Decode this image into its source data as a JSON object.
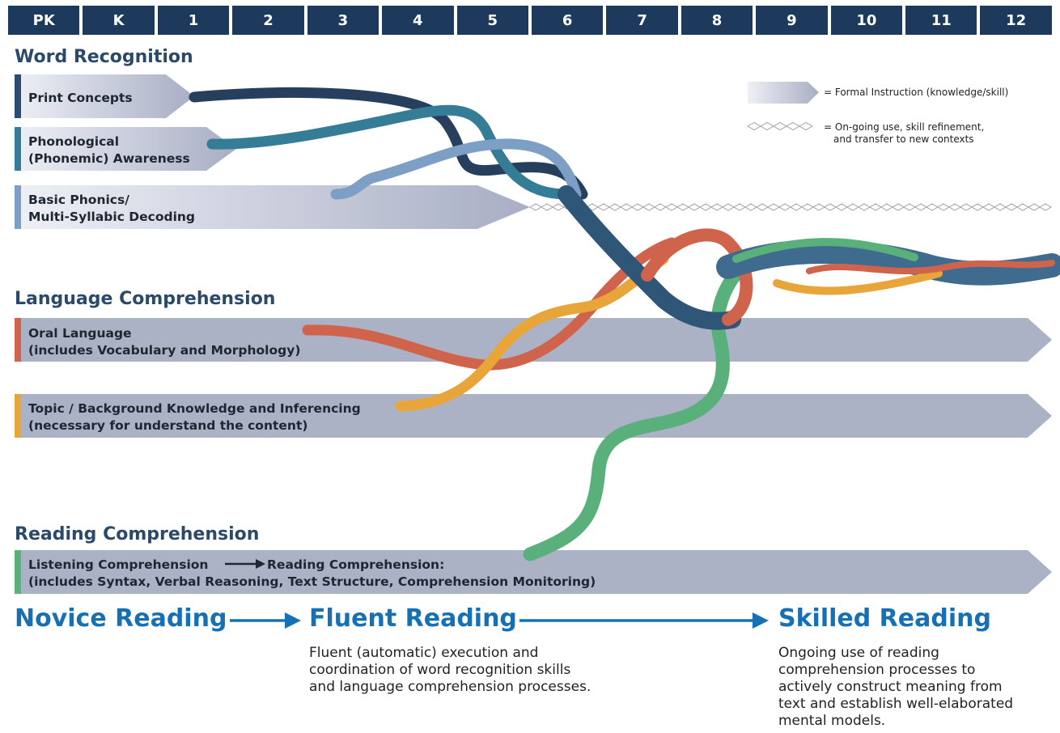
{
  "grades": [
    "PK",
    "K",
    "1",
    "2",
    "3",
    "4",
    "5",
    "6",
    "7",
    "8",
    "9",
    "10",
    "11",
    "12"
  ],
  "sections": {
    "word_recognition": "Word Recognition",
    "language_comprehension": "Language Comprehension",
    "reading_comprehension": "Reading Comprehension"
  },
  "strands": {
    "print_concepts": "Print Concepts",
    "phonological_1": "Phonological",
    "phonological_2": "(Phonemic) Awareness",
    "phonics_1": "Basic Phonics/",
    "phonics_2": "Multi-Syllabic Decoding",
    "oral_1": "Oral Language",
    "oral_2": "(includes Vocabulary and Morphology)",
    "topic_1": "Topic / Background Knowledge and Inferencing",
    "topic_2": "(necessary for understand the content)",
    "listening_1a": "Listening Comprehension",
    "listening_1b": "Reading Comprehension:",
    "listening_2": "(includes Syntax, Verbal Reasoning, Text Structure, Comprehension Monitoring)"
  },
  "legend": {
    "formal": "= Formal Instruction (knowledge/skill)",
    "ongoing_1": "= On-going use, skill refinement,",
    "ongoing_2": "and transfer to new contexts"
  },
  "outcomes": {
    "novice": "Novice Reading",
    "fluent": "Fluent Reading",
    "skilled": "Skilled Reading",
    "fluent_desc": [
      "Fluent (automatic) execution and",
      "coordination of word recognition skills",
      "and language comprehension processes."
    ],
    "skilled_desc": [
      "Ongoing use of reading",
      "comprehension processes to",
      "actively construct meaning from",
      "text and establish well-elaborated",
      "mental models."
    ]
  },
  "colors": {
    "navy": "#1d3a5c",
    "print": "#2c4b6e",
    "phonological": "#357d97",
    "phonics": "#7d9fc5",
    "oral": "#d0634b",
    "topic": "#e8a53a",
    "reading": "#5ab07a",
    "arrow_gray": "#acb2c5",
    "outcome_blue": "#1670b4"
  }
}
